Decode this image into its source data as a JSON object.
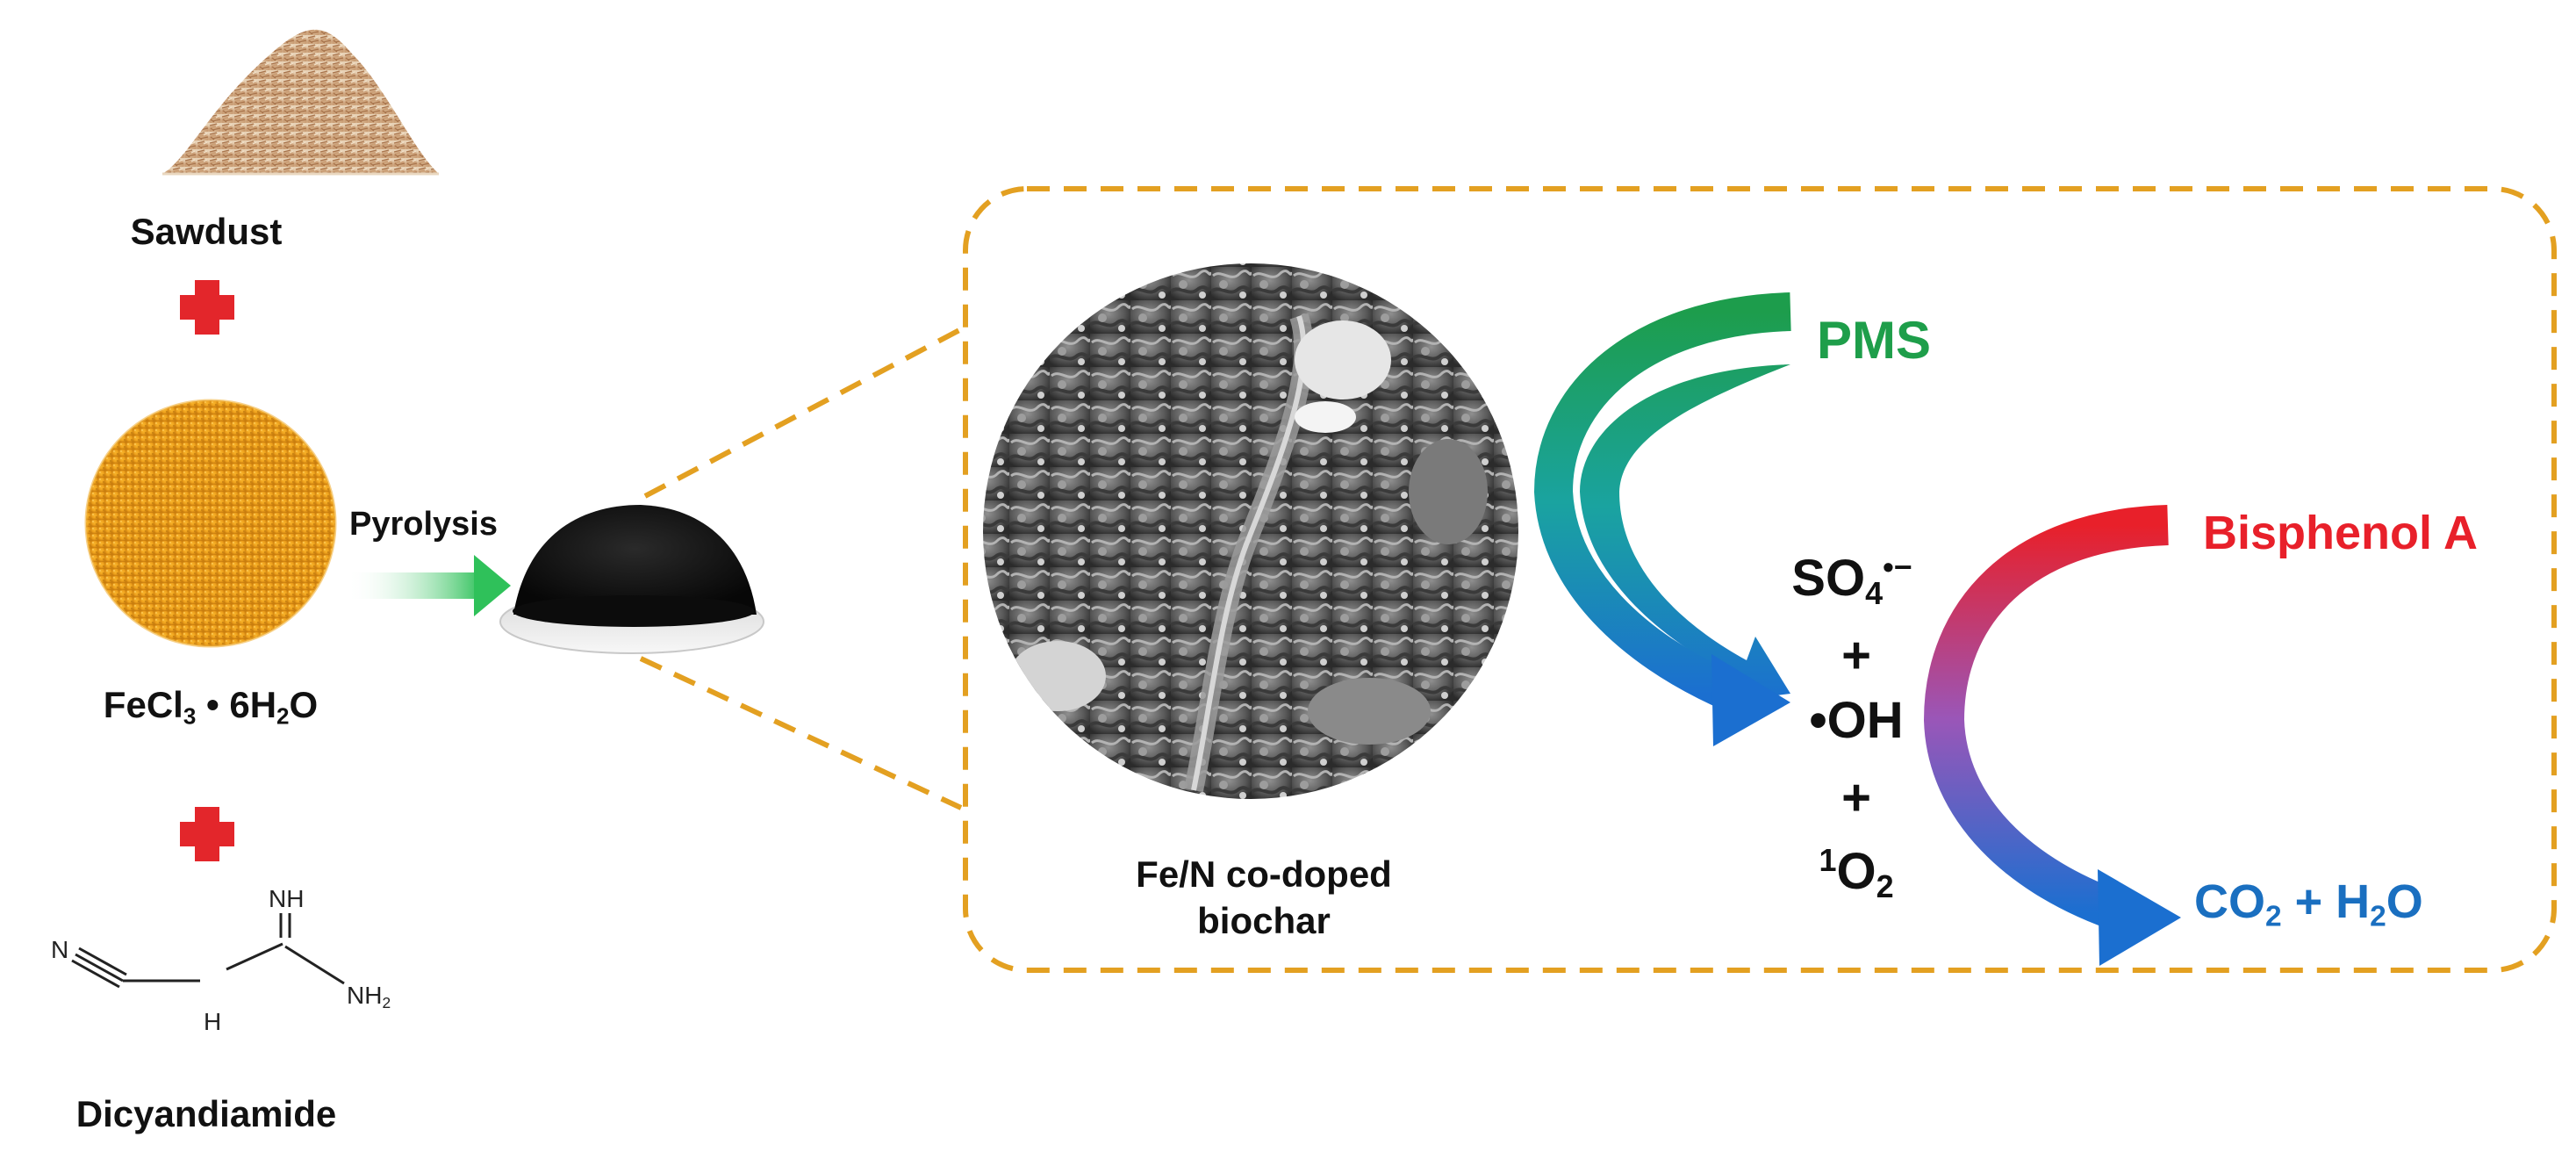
{
  "materials": {
    "sawdust": "Sawdust",
    "ferric_chloride": {
      "base": "FeCl",
      "sub1": "3",
      "mid": " • 6H",
      "sub2": "2",
      "end": "O"
    },
    "dicyandiamide": "Dicyandiamide"
  },
  "molecule_atoms": {
    "n_nitrile": "N",
    "nh_imine": "NH",
    "nh_amine": "H",
    "nh2": "NH",
    "nh2_sub": "2"
  },
  "process": {
    "pyrolysis": "Pyrolysis"
  },
  "product": {
    "line1": "Fe/N co-doped",
    "line2": "biochar"
  },
  "oxidant": "PMS",
  "pollutant": "Bisphenol A",
  "species": {
    "sulfate": {
      "base": "SO",
      "sub": "4",
      "sup": "•−"
    },
    "plus1": "+",
    "hydroxyl": "•OH",
    "plus2": "+",
    "singlet": {
      "sup": "1",
      "base": "O",
      "sub": "2"
    }
  },
  "products_out": {
    "co2": "CO",
    "co2_sub": "2",
    "plus": " + H",
    "h2o_sub": "2",
    "h2o_end": "O"
  },
  "colors": {
    "plus_sign": "#e3262b",
    "pms": "#1e9e4a",
    "bisphenol": "#e8202a",
    "products": "#1a6fc0",
    "dashed_box": "#e3a021",
    "pyrolysis_arrow": "#3cc35a"
  }
}
